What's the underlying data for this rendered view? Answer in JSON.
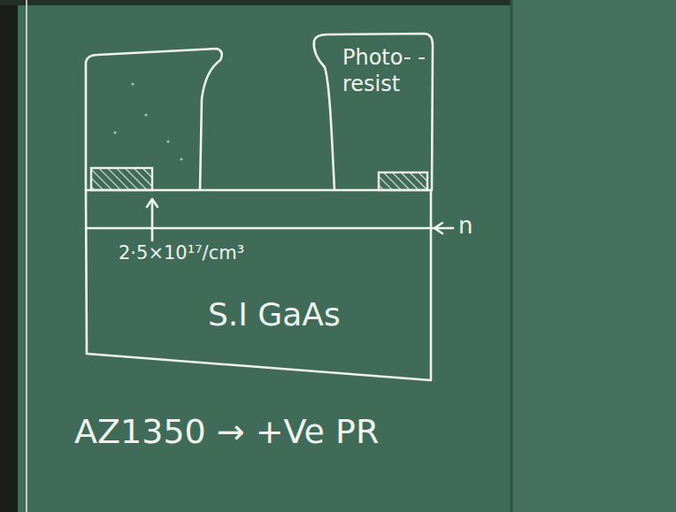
{
  "diagram": {
    "nodes": [
      {
        "text": [
          "Photo- -resist"
        ]
      },
      {
        "text": [
          "S.I GaAs"
        ]
      }
    ],
    "labels": [
      "n",
      "2·5×10¹⁷/cm³",
      "AZ1350 → +Ve PR"
    ]
  }
}
